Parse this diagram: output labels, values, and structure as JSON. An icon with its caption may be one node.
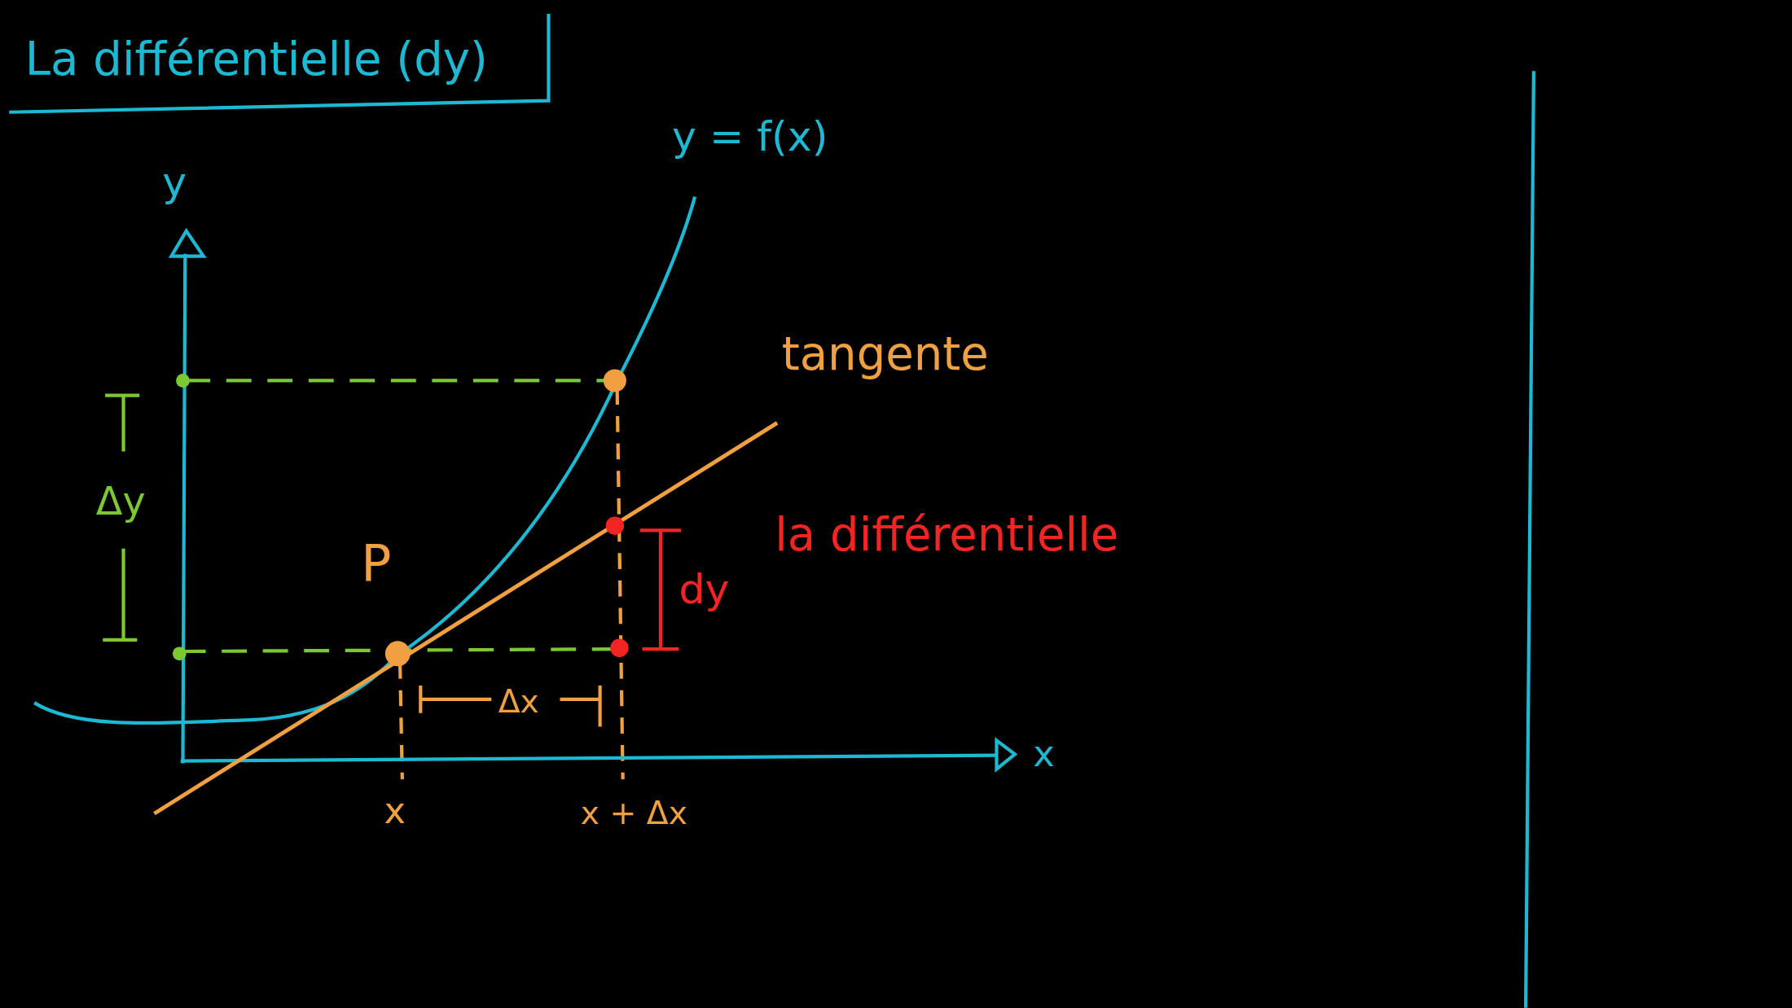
{
  "diagram": {
    "title": "La différentielle (dy)",
    "labels": [
      "y = f(x)",
      "y",
      "tangente",
      "Δy",
      "la différentielle",
      "P",
      "dy",
      "Δx",
      "x",
      "x",
      "x + Δx"
    ]
  }
}
